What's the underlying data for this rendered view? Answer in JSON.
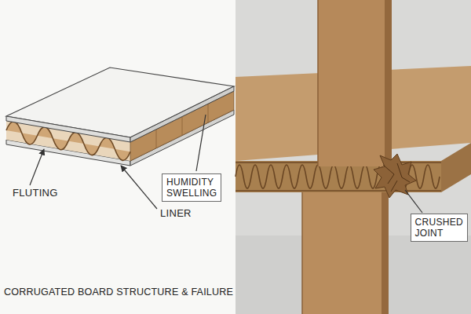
{
  "diagram": {
    "title": "CORRUGATED BOARD STRUCTURE & FAILURE",
    "nodes": [
      {
        "text": [
          "HUMIDITY SWELLING"
        ]
      },
      {
        "text": [
          "CRUSHED JOINT"
        ]
      }
    ],
    "labels": [
      "FLUTING",
      "LINER"
    ]
  }
}
